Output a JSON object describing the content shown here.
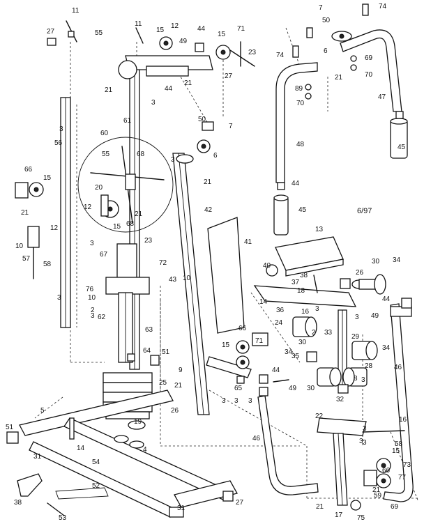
{
  "diagram": {
    "date_code": "6/97",
    "labels": [
      "11",
      "27",
      "55",
      "11",
      "12",
      "15",
      "44",
      "15",
      "71",
      "7",
      "74",
      "50",
      "6",
      "74",
      "69",
      "70",
      "49",
      "23",
      "27",
      "21",
      "44",
      "21",
      "21",
      "89",
      "70",
      "47",
      "3",
      "61",
      "60",
      "3",
      "56",
      "50",
      "7",
      "55",
      "68",
      "3",
      "6",
      "21",
      "48",
      "44",
      "66",
      "15",
      "20",
      "12",
      "21",
      "15",
      "68",
      "45",
      "42",
      "45",
      "21",
      "12",
      "41",
      "13",
      "10",
      "57",
      "58",
      "3",
      "67",
      "23",
      "72",
      "40",
      "38",
      "37",
      "18",
      "26",
      "30",
      "34",
      "76",
      "10",
      "43",
      "10",
      "2",
      "3",
      "14",
      "36",
      "16",
      "3",
      "44",
      "62",
      "63",
      "3",
      "24",
      "29",
      "3",
      "49",
      "33",
      "2",
      "30",
      "34",
      "66",
      "15",
      "71",
      "34",
      "64",
      "51",
      "9",
      "25",
      "21",
      "26",
      "5",
      "51",
      "65",
      "3",
      "3",
      "35",
      "44",
      "49",
      "30",
      "32",
      "28",
      "8",
      "3",
      "46",
      "19",
      "31",
      "14",
      "4",
      "22",
      "16",
      "3",
      "3",
      "73",
      "15",
      "66",
      "77",
      "54",
      "52",
      "38",
      "53",
      "27",
      "31",
      "21",
      "69",
      "17",
      "75",
      "3",
      "46",
      "3",
      "59",
      "21",
      "58"
    ]
  }
}
